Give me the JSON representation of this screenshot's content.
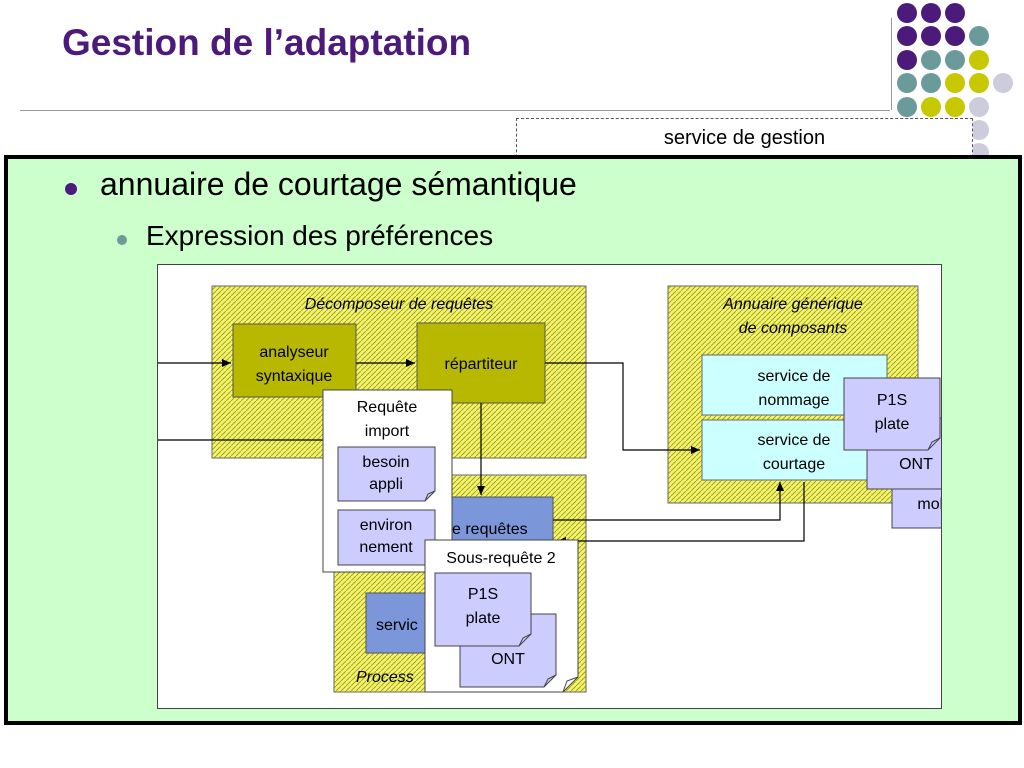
{
  "slide": {
    "title": "Gestion de l’adaptation",
    "service_gestion_label": "service de gestion",
    "bullet1": "annuaire de courtage sémantique",
    "bullet2": "Expression des préférences"
  },
  "colors": {
    "title": "#4b1a7a",
    "panel_bg": "#ccffcc",
    "olive": "#b8b800",
    "hatch_bg": "#f2f27a",
    "blue_box": "#7b96d9",
    "lavender": "#ccccff",
    "light_cyan": "#ccffff"
  },
  "decor_dots": [
    "#4b1a7a",
    "#4b1a7a",
    "#4b1a7a",
    "#4b1a7a",
    "#4b1a7a",
    "#4b1a7a",
    "#6b9a9a",
    "#4b1a7a",
    "#6b9a9a",
    "#6b9a9a",
    "#c8c800",
    "#6b9a9a",
    "#6b9a9a",
    "#c8c800",
    "#c8c800",
    "#ccccdd",
    "#6b9a9a",
    "#c8c800",
    "#c8c800",
    "#ccccdd",
    "#ccccdd",
    "#ccccdd"
  ],
  "diagram": {
    "decomposeur_title": "Décomposeur de requêtes",
    "analyseur_l1": "analyseur",
    "analyseur_l2": "syntaxique",
    "repartiteur": "répartiteur",
    "annuaire_l1": "Annuaire générique",
    "annuaire_l2": "de composants",
    "nommage_l1": "service de",
    "nommage_l2": "nommage",
    "courtage_l1": "service de",
    "courtage_l2": "courtage",
    "docs_right": {
      "p1s_l1": "P1S",
      "p1s_l2": "plate",
      "ont": "ONT",
      "mobile": "mobile"
    },
    "requete_l1": "Requête",
    "requete_l2": "import",
    "besoin_l1": "besoin",
    "besoin_l2": "appli",
    "environ_l1": "environ",
    "environ_l2": "nement",
    "blue_requetes": "e requêtes",
    "blue_servic": "servic",
    "process_label": "Process",
    "sous_requete": "Sous-requête 2",
    "docs_bottom": {
      "p1s_l1": "P1S",
      "p1s_l2": "plate",
      "ont": "ONT"
    }
  }
}
